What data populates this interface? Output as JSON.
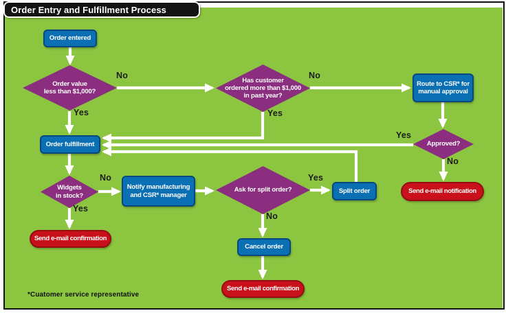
{
  "title": "Order Entry and Fulfillment Process",
  "footnote": "*Cuatomer service representative",
  "colors": {
    "green_bg": "#8CC540",
    "proc_fill": "#0B6FB4",
    "proc_border": "#07497C",
    "dec_fill": "#8B2E7F",
    "term_fill": "#C9111B",
    "term_border": "#930D12",
    "titlebar_bg": "#131313",
    "label_color": "#1C1C1C"
  },
  "nodes": {
    "order_entered": {
      "label": "Order entered",
      "type": "process"
    },
    "order_value": {
      "label": "Order value\nless than $1,000?",
      "type": "decision"
    },
    "has_customer": {
      "label": "Has customer\nordered more than $1,000\nin past year?",
      "type": "decision"
    },
    "route_csr": {
      "label": "Route to CSR* for\nmanual approval",
      "type": "process"
    },
    "approved": {
      "label": "Approved?",
      "type": "decision"
    },
    "order_fulfillment": {
      "label": "Order fulfillment",
      "type": "process"
    },
    "widgets_in_stock": {
      "label": "Widgets\nin stock?",
      "type": "decision"
    },
    "notify_manufacturing": {
      "label": "Notify manufacturing\nand CSR* manager",
      "type": "process"
    },
    "ask_split_order": {
      "label": "Ask for split order?",
      "type": "decision"
    },
    "split_order": {
      "label": "Split order",
      "type": "process"
    },
    "cancel_order": {
      "label": "Cancel order",
      "type": "process"
    },
    "send_email_notification": {
      "label": "Send e-mail notification",
      "type": "terminator"
    },
    "send_email_confirmation_left": {
      "label": "Send e-mail confirmation",
      "type": "terminator"
    },
    "send_email_confirmation_bottom": {
      "label": "Send e-mail confirmation",
      "type": "terminator"
    }
  },
  "edge_labels": {
    "order_value_no": "No",
    "order_value_yes": "Yes",
    "has_customer_no": "No",
    "has_customer_yes": "Yes",
    "approved_yes": "Yes",
    "approved_no": "No",
    "widgets_no": "No",
    "widgets_yes": "Yes",
    "ask_split_yes": "Yes",
    "ask_split_no": "No"
  }
}
